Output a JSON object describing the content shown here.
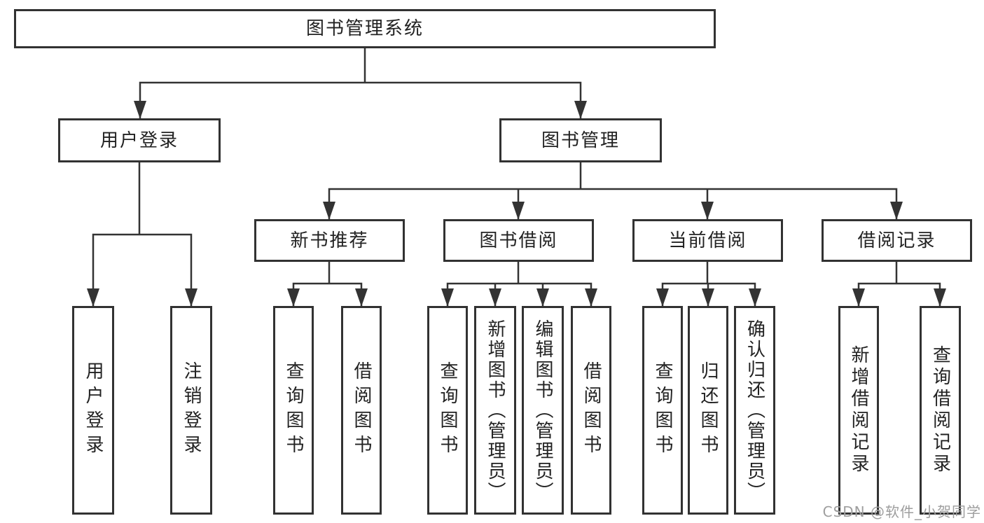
{
  "nodes": {
    "root": {
      "label": "图书管理系统"
    },
    "level2": [
      {
        "label": "用户登录"
      },
      {
        "label": "图书管理"
      }
    ],
    "level3": [
      {
        "label": "新书推荐"
      },
      {
        "label": "图书借阅"
      },
      {
        "label": "当前借阅"
      },
      {
        "label": "借阅记录"
      }
    ],
    "leaves": [
      {
        "label": "用户登录"
      },
      {
        "label": "注销登录"
      },
      {
        "label": "查询图书"
      },
      {
        "label": "借阅图书"
      },
      {
        "label": "查询图书"
      },
      {
        "label": "新增图书（管理员）"
      },
      {
        "label": "编辑图书（管理员）"
      },
      {
        "label": "借阅图书"
      },
      {
        "label": "查询图书"
      },
      {
        "label": "归还图书"
      },
      {
        "label": "确认归还（管理员）"
      },
      {
        "label": "新增借阅记录"
      },
      {
        "label": "查询借阅记录"
      }
    ]
  },
  "watermark": "CSDN @软件_小贺同学",
  "colors": {
    "line": "#333333",
    "border": "#323232",
    "text": "#222222",
    "watermark": "#9e9e9e",
    "background": "#ffffff"
  }
}
